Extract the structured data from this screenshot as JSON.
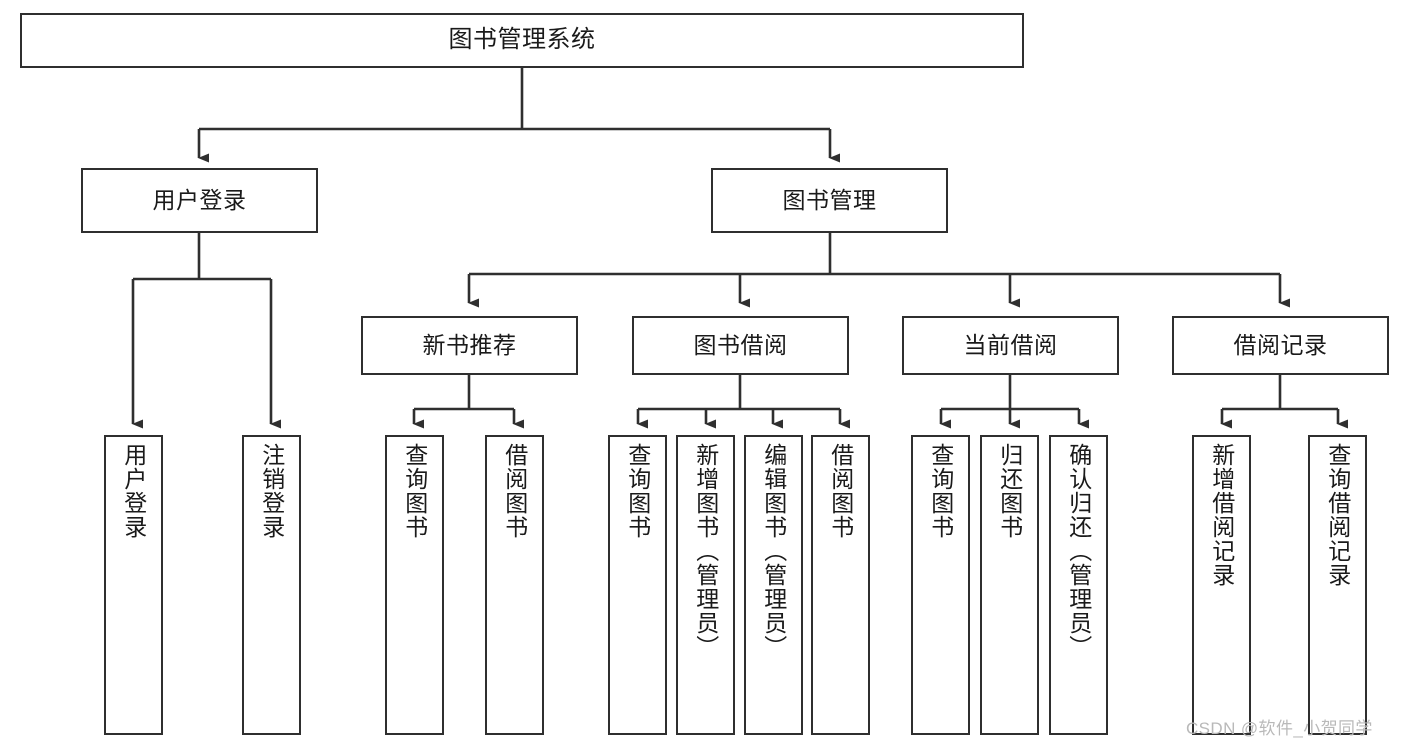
{
  "diagram": {
    "title": "图书管理系统",
    "watermark": "CSDN @软件_小贺同学",
    "colors": {
      "stroke": "#2f2f2f",
      "fill": "#ffffff",
      "text": "#1a1a1a",
      "watermark": "#b9b9b9"
    },
    "levels": {
      "root": {
        "label": "图书管理系统"
      },
      "level2": [
        {
          "label": "用户登录"
        },
        {
          "label": "图书管理"
        }
      ],
      "level3": [
        {
          "label": "新书推荐"
        },
        {
          "label": "图书借阅"
        },
        {
          "label": "当前借阅"
        },
        {
          "label": "借阅记录"
        }
      ],
      "leaves": [
        {
          "label": "用户登录",
          "parent": "用户登录"
        },
        {
          "label": "注销登录",
          "parent": "用户登录"
        },
        {
          "label": "查询图书",
          "parent": "新书推荐"
        },
        {
          "label": "借阅图书",
          "parent": "新书推荐"
        },
        {
          "label": "查询图书",
          "parent": "图书借阅"
        },
        {
          "label": "新增图书（管理员）",
          "parent": "图书借阅"
        },
        {
          "label": "编辑图书（管理员）",
          "parent": "图书借阅"
        },
        {
          "label": "借阅图书",
          "parent": "图书借阅"
        },
        {
          "label": "查询图书",
          "parent": "当前借阅"
        },
        {
          "label": "归还图书",
          "parent": "当前借阅"
        },
        {
          "label": "确认归还（管理员）",
          "parent": "当前借阅"
        },
        {
          "label": "新增借阅记录",
          "parent": "借阅记录"
        },
        {
          "label": "查询借阅记录",
          "parent": "借阅记录"
        }
      ]
    }
  }
}
